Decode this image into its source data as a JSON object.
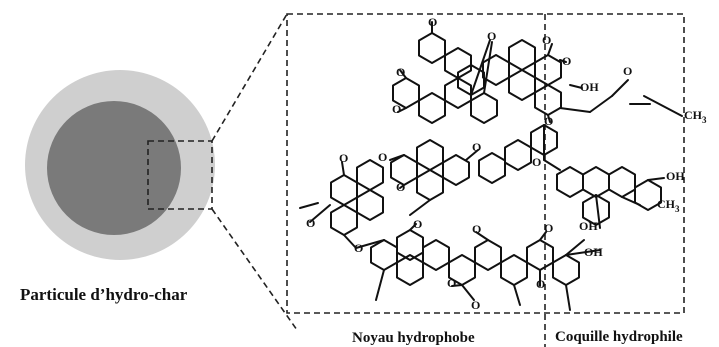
{
  "labels": {
    "particle": "Particule d’hydro-char",
    "core": "Noyau hydrophobe",
    "shell": "Coquille hydrophile"
  },
  "chemistry": {
    "carbonyl": "O",
    "ether": "O",
    "hydroxyl": "OH",
    "methyl": "CH",
    "methyl_subscript": "3"
  },
  "colors": {
    "shell": "#cfcfcf",
    "core": "#7a7a7a",
    "ink": "#111111"
  }
}
